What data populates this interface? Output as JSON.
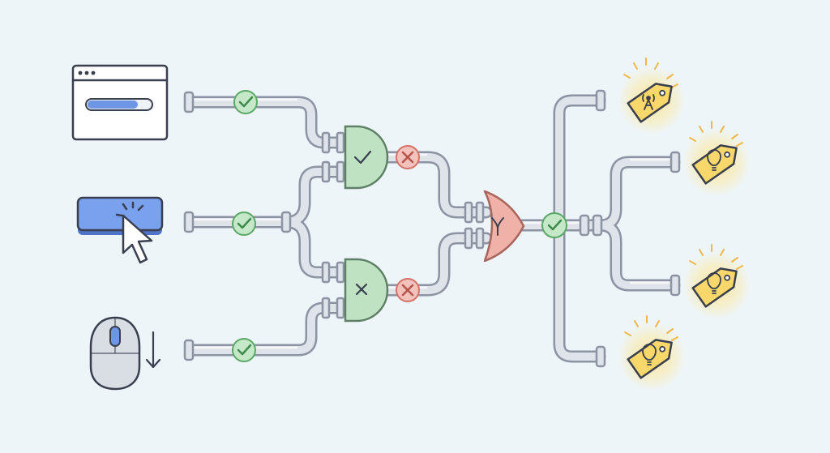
{
  "diagram": {
    "background": "#eef5f8",
    "pipe_fill": "#dfe3ea",
    "pipe_stroke": "#8c93a3",
    "gate_fill_green": "#bfe3c2",
    "gate_fill_red": "#f0b2a8",
    "status_pass_color": "#6cbf7a",
    "status_fail_color": "#e3867c",
    "glow_color": "#fbe9a6",
    "tag_fill": "#f8d86a",
    "inputs": [
      {
        "id": "page-load",
        "icon": "browser-progress-icon"
      },
      {
        "id": "button-click",
        "icon": "button-click-icon"
      },
      {
        "id": "scroll",
        "icon": "mouse-scroll-down-icon"
      }
    ],
    "input_checks": [
      "pass",
      "pass",
      "pass"
    ],
    "gates": [
      {
        "id": "and-gate-top",
        "mark": "check"
      },
      {
        "id": "and-gate-bottom",
        "mark": "cross"
      },
      {
        "id": "or-gate",
        "mark": "or"
      }
    ],
    "gate_output_checks": [
      "fail",
      "fail"
    ],
    "output_check": "pass",
    "outputs": [
      {
        "id": "tag-1",
        "icon": "signal-tower-icon"
      },
      {
        "id": "tag-2",
        "icon": "lightbulb-icon"
      },
      {
        "id": "tag-3",
        "icon": "lightbulb-icon"
      },
      {
        "id": "tag-4",
        "icon": "lightbulb-icon"
      }
    ]
  }
}
